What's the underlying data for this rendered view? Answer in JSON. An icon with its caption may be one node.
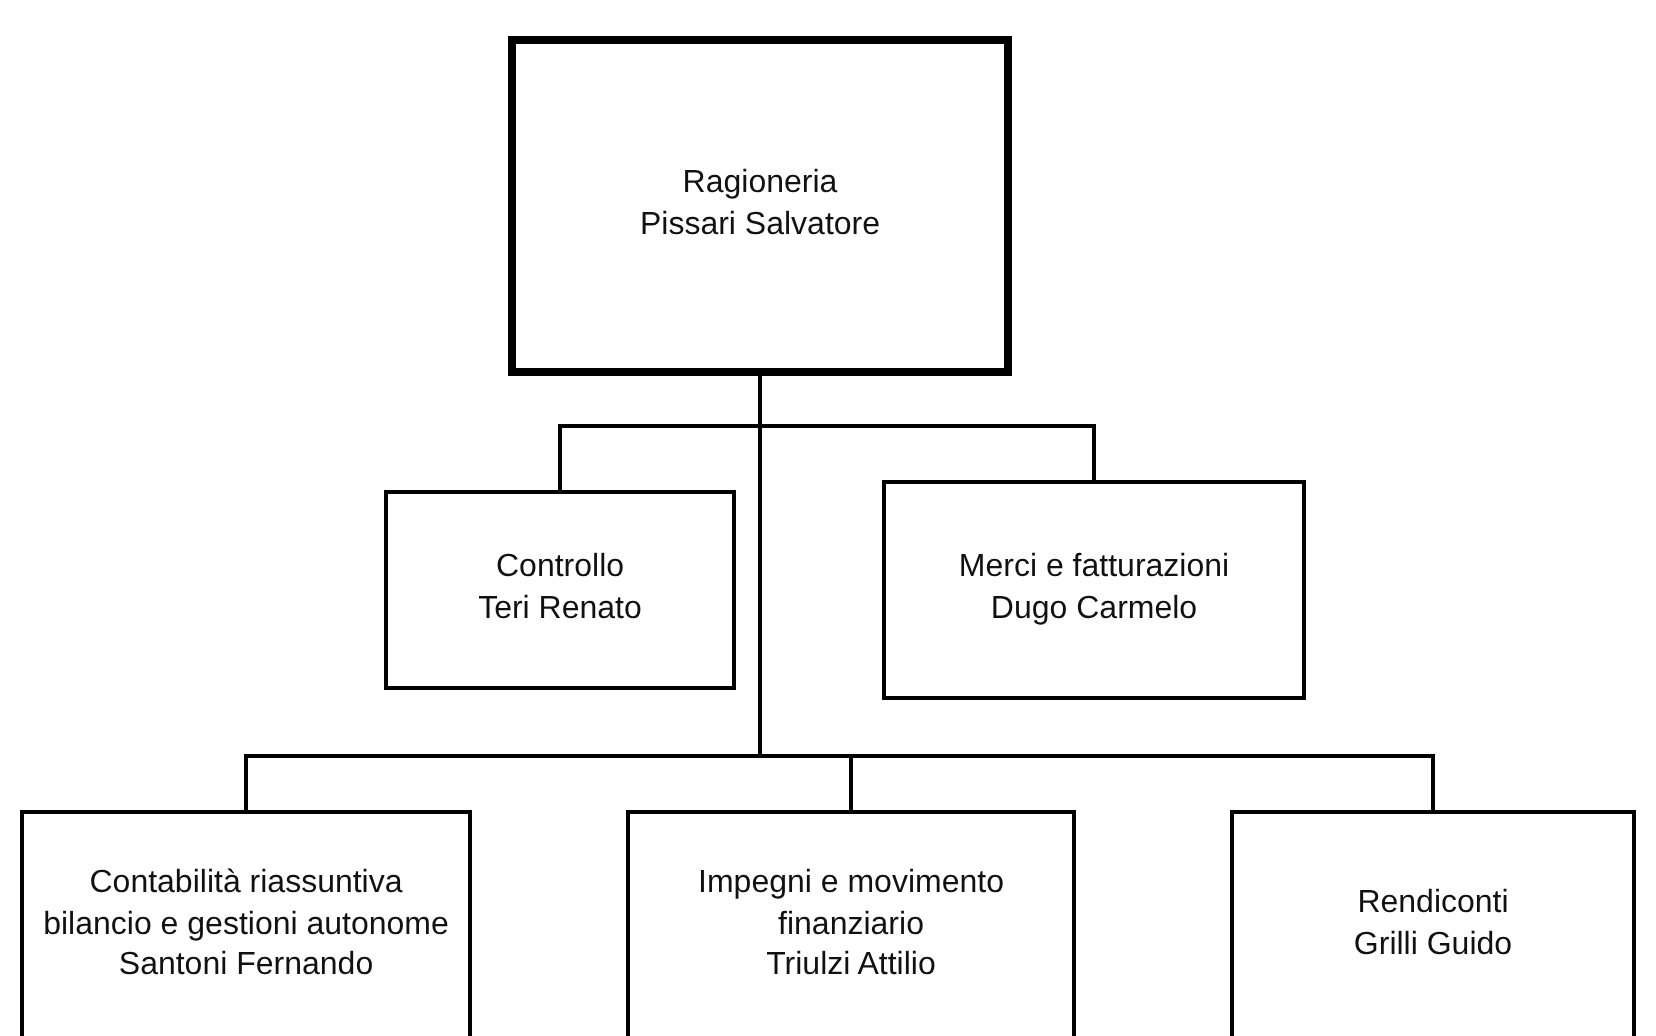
{
  "diagram": {
    "nodes": [
      {
        "text": [
          "Ragioneria",
          "Pissari Salvatore"
        ]
      },
      {
        "text": [
          "Controllo",
          "Teri Renato"
        ]
      },
      {
        "text": [
          "Merci e fatturazioni",
          "Dugo Carmelo"
        ]
      },
      {
        "text": [
          "Contabilità riassuntiva bilancio e gestioni autonome",
          "Santoni Fernando"
        ]
      },
      {
        "text": [
          "Impegni e movimento finanziario",
          "Triulzi Attilio"
        ]
      },
      {
        "text": [
          "Rendiconti",
          "Grilli Guido"
        ]
      }
    ],
    "edges": [
      {
        "from": 0,
        "to": 1,
        "arrow": "none"
      },
      {
        "from": 0,
        "to": 2,
        "arrow": "none"
      },
      {
        "from": 0,
        "to": 3,
        "arrow": "none"
      },
      {
        "from": 0,
        "to": 4,
        "arrow": "none"
      },
      {
        "from": 0,
        "to": 5,
        "arrow": "none"
      }
    ]
  }
}
